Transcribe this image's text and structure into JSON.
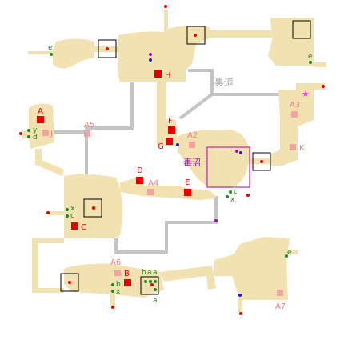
{
  "colors": {
    "floor": "#f2e2b1",
    "path": "#c4c4c4",
    "red": "#e60000",
    "pink": "#f4a3a3",
    "green": "#1a8a1a",
    "blue": "#2020c0",
    "purple": "#b000b0",
    "star": "#ff33ff"
  },
  "labels": {
    "area_hidden_path": "裏道",
    "area_poison_swamp": "毒沼",
    "A": "A",
    "B": "B",
    "C": "C",
    "D": "D",
    "E": "E",
    "F": "F",
    "G": "G",
    "H": "H",
    "J": "J",
    "K": "K",
    "A2": "A2",
    "A3": "A3",
    "A4": "A4",
    "A5": "A5",
    "A6": "A6",
    "A7": "A7",
    "green_e1": "e",
    "green_e2": "e",
    "green_e3": "e",
    "green_y": "y",
    "green_d": "d",
    "green_x1": "x",
    "green_c1": "c",
    "green_c2": "c",
    "green_x2": "x",
    "green_b": "b",
    "green_x3": "x",
    "green_b2": "b",
    "green_a1": "a",
    "green_a2": "a",
    "green_a3": "a"
  },
  "icons": {
    "star": "star-icon"
  }
}
